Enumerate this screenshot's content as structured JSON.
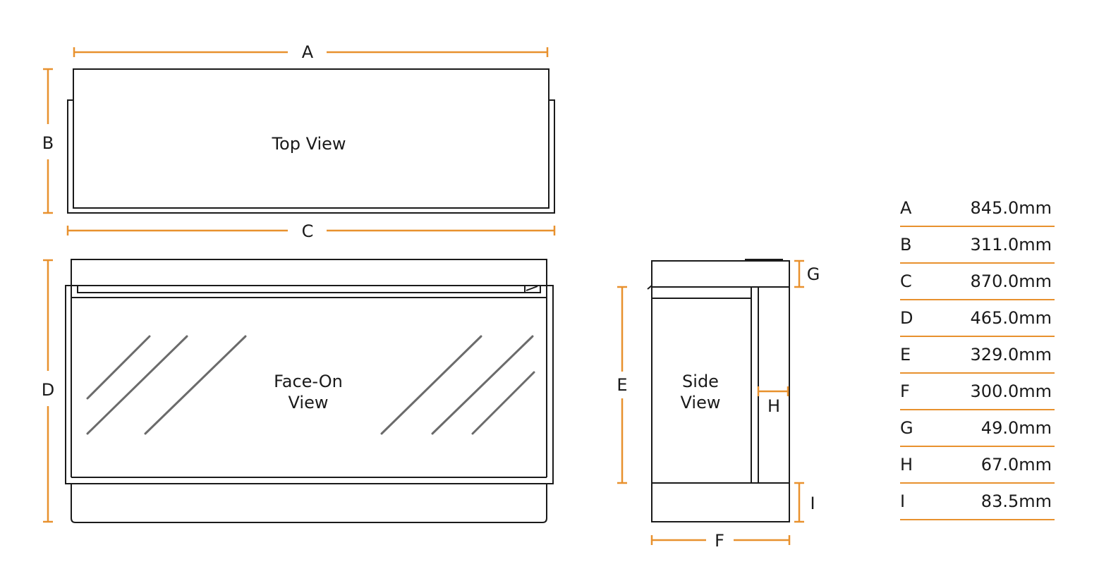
{
  "views": {
    "top": "Top View",
    "face_line1": "Face-On",
    "face_line2": "View",
    "side_line1": "Side",
    "side_line2": "View"
  },
  "dimension_labels": {
    "A": "A",
    "B": "B",
    "C": "C",
    "D": "D",
    "E": "E",
    "F": "F",
    "G": "G",
    "H": "H",
    "I": "I"
  },
  "dimensions": [
    {
      "label": "A",
      "value": "845.0mm"
    },
    {
      "label": "B",
      "value": "311.0mm"
    },
    {
      "label": "C",
      "value": "870.0mm"
    },
    {
      "label": "D",
      "value": "465.0mm"
    },
    {
      "label": "E",
      "value": "329.0mm"
    },
    {
      "label": "F",
      "value": "300.0mm"
    },
    {
      "label": "G",
      "value": "49.0mm"
    },
    {
      "label": "H",
      "value": "67.0mm"
    },
    {
      "label": "I",
      "value": "83.5mm"
    }
  ],
  "colors": {
    "dimension_line": "#e8912e",
    "outline": "#1a1a1a",
    "glass_reflection": "#6b6b6b"
  }
}
